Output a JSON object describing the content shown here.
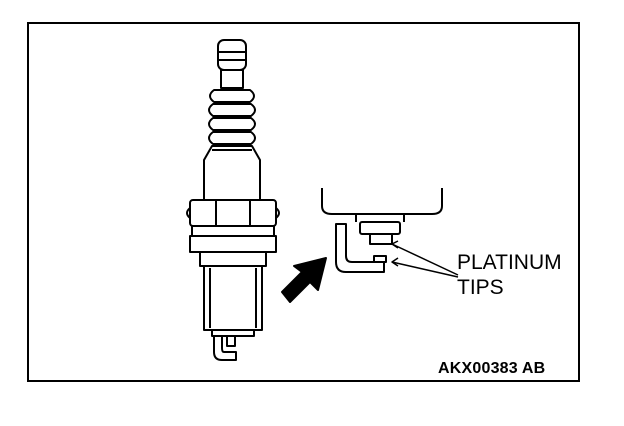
{
  "callout": {
    "line1": "PLATINUM",
    "line2": "TIPS"
  },
  "figure_ref": "AKX00383 AB",
  "colors": {
    "ink": "#000000",
    "background": "#ffffff"
  }
}
